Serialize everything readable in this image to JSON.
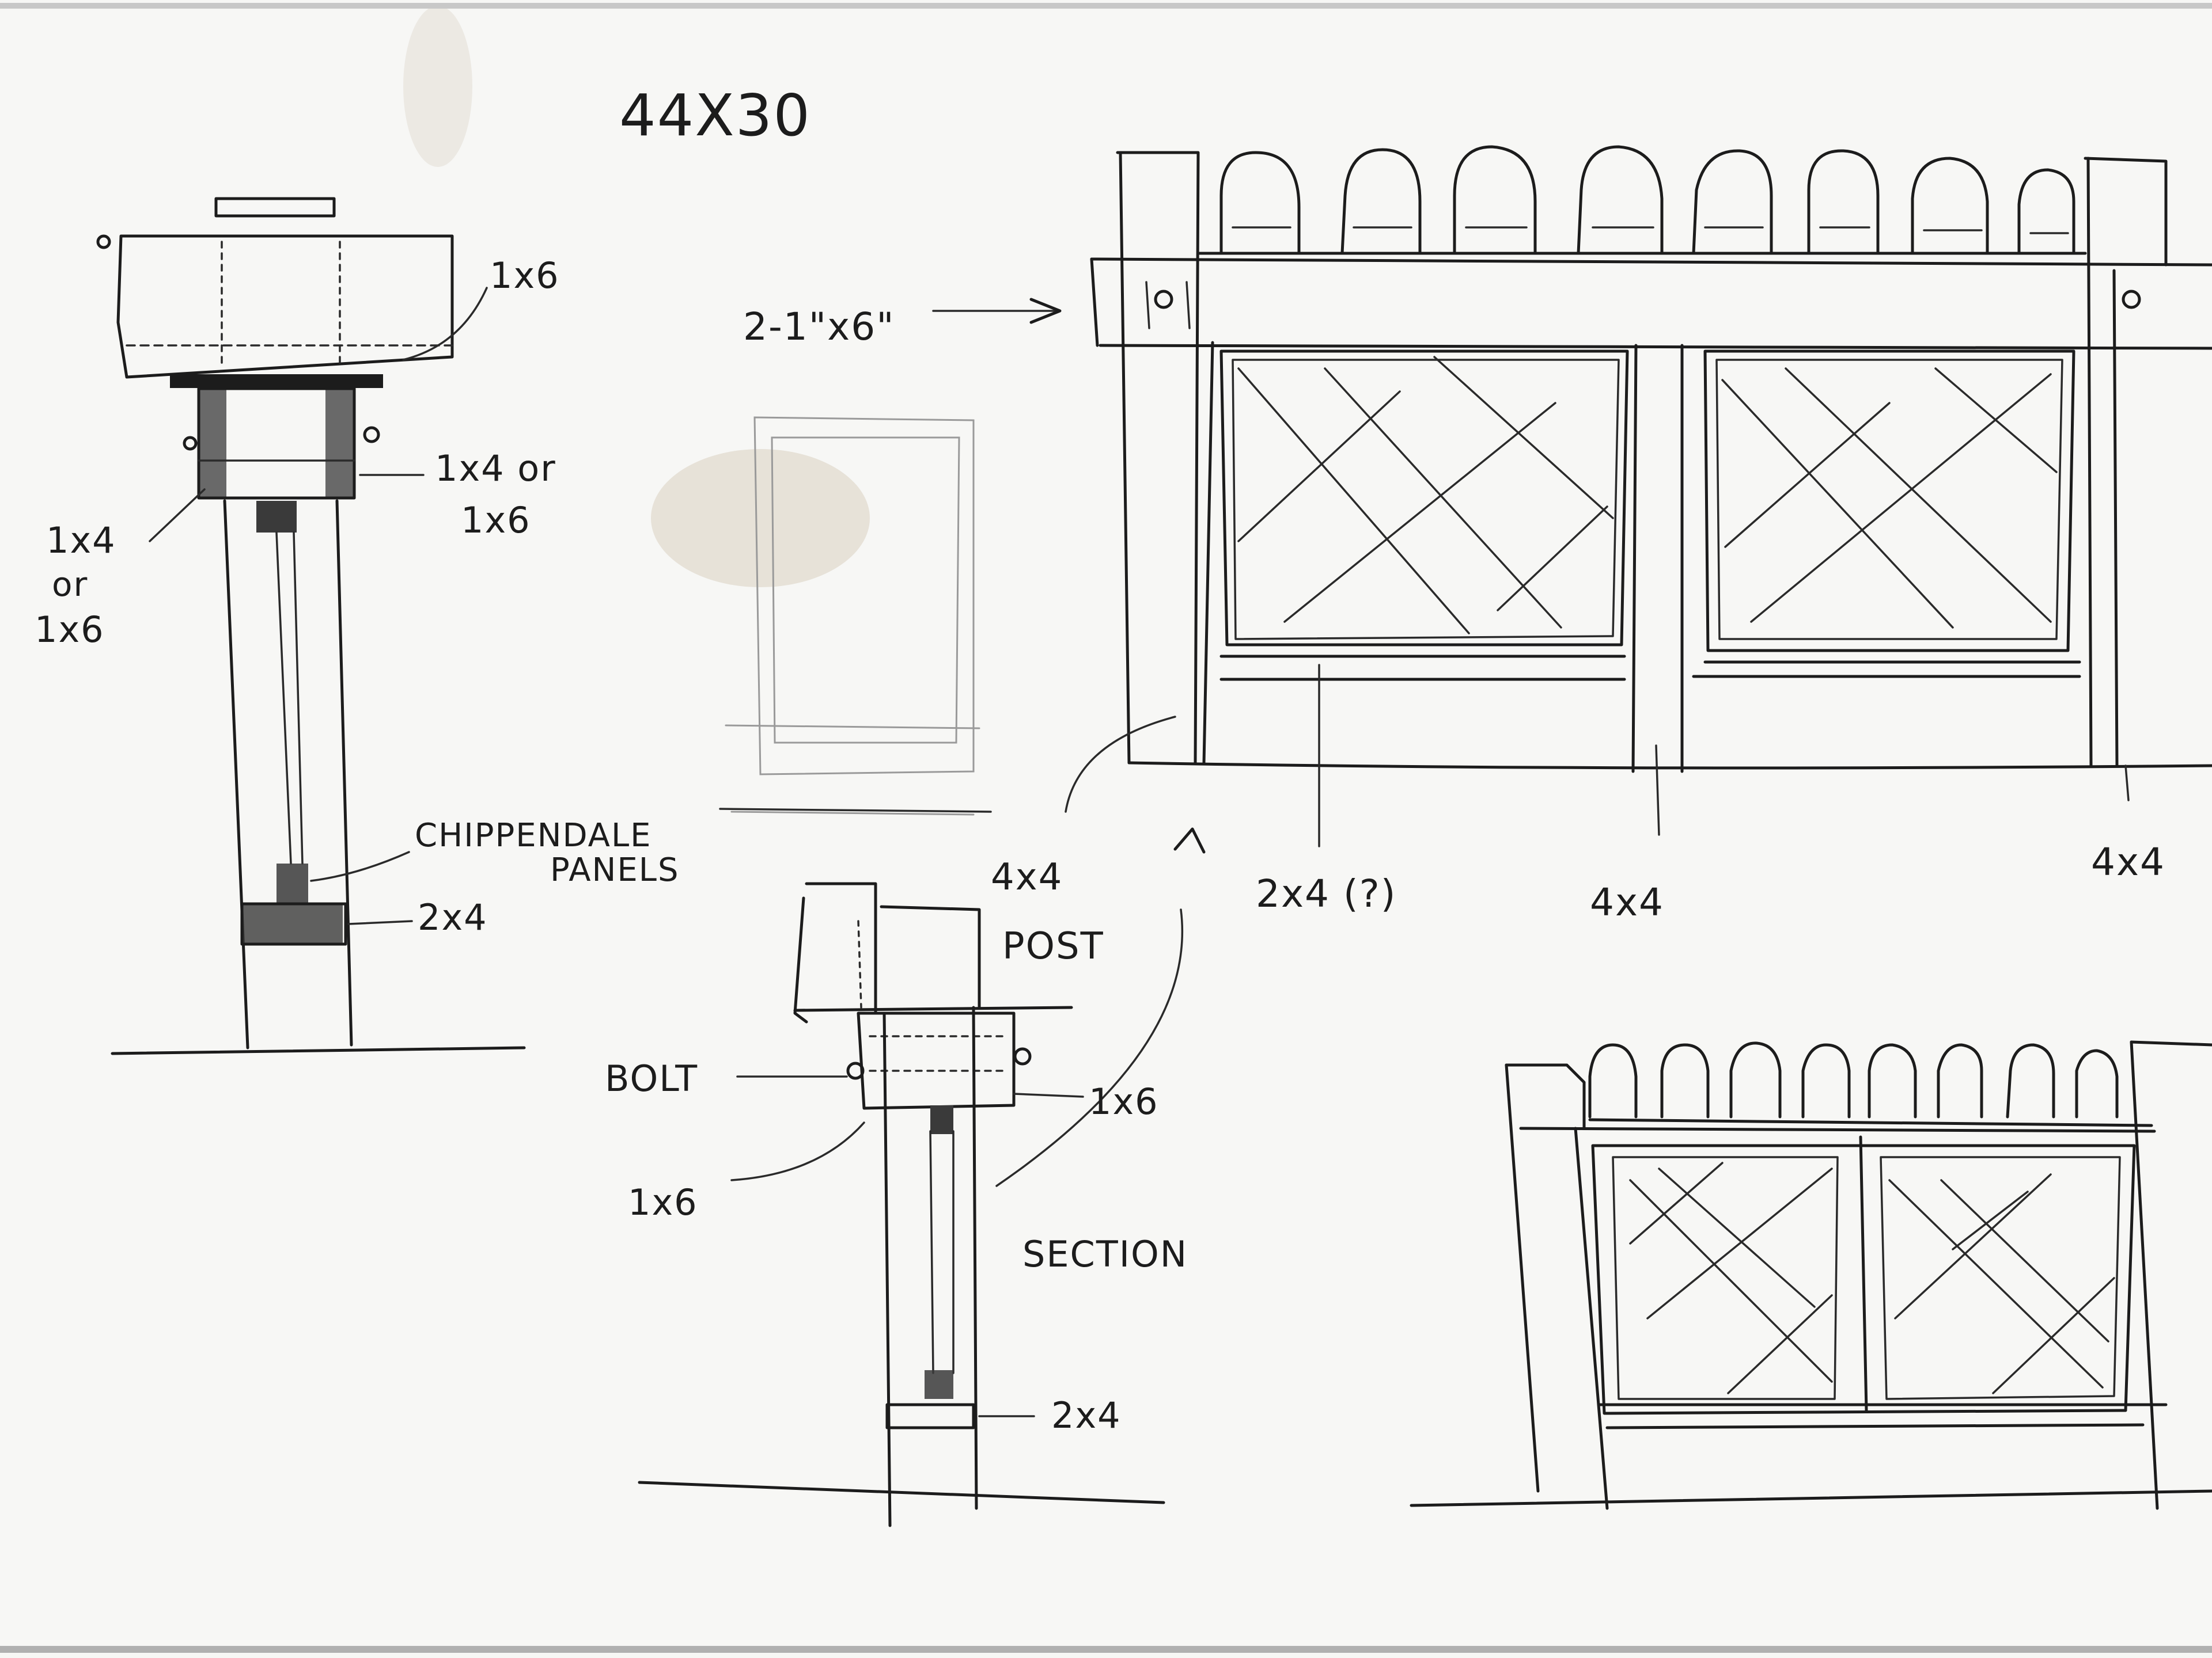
{
  "title": "44X30",
  "detail_labels": {
    "cap_board": "1x6",
    "rail_right": "1x4 or",
    "rail_right_2": "1x6",
    "rail_left_1": "1x4",
    "rail_left_2": "or",
    "rail_left_3": "1x6",
    "chippendale_1": "CHIPPENDALE",
    "chippendale_2": "PANELS",
    "bottom_rail": "2x4"
  },
  "elevation_labels": {
    "top_rail": "2-1\"x6\"",
    "post_left_1": "4x4",
    "post_left_2": "POST",
    "bottom_rail": "2x4 (?)",
    "mid_post": "4x4",
    "right_post": "4x4"
  },
  "section_labels": {
    "bolt": "BOLT",
    "board_right": "1x6",
    "board_left": "1x6",
    "title": "SECTION",
    "bottom_rail": "2x4"
  },
  "colors": {
    "paper": "#f7f7f5",
    "ink": "#1c1c1c",
    "stain": "#c9b9a3"
  }
}
